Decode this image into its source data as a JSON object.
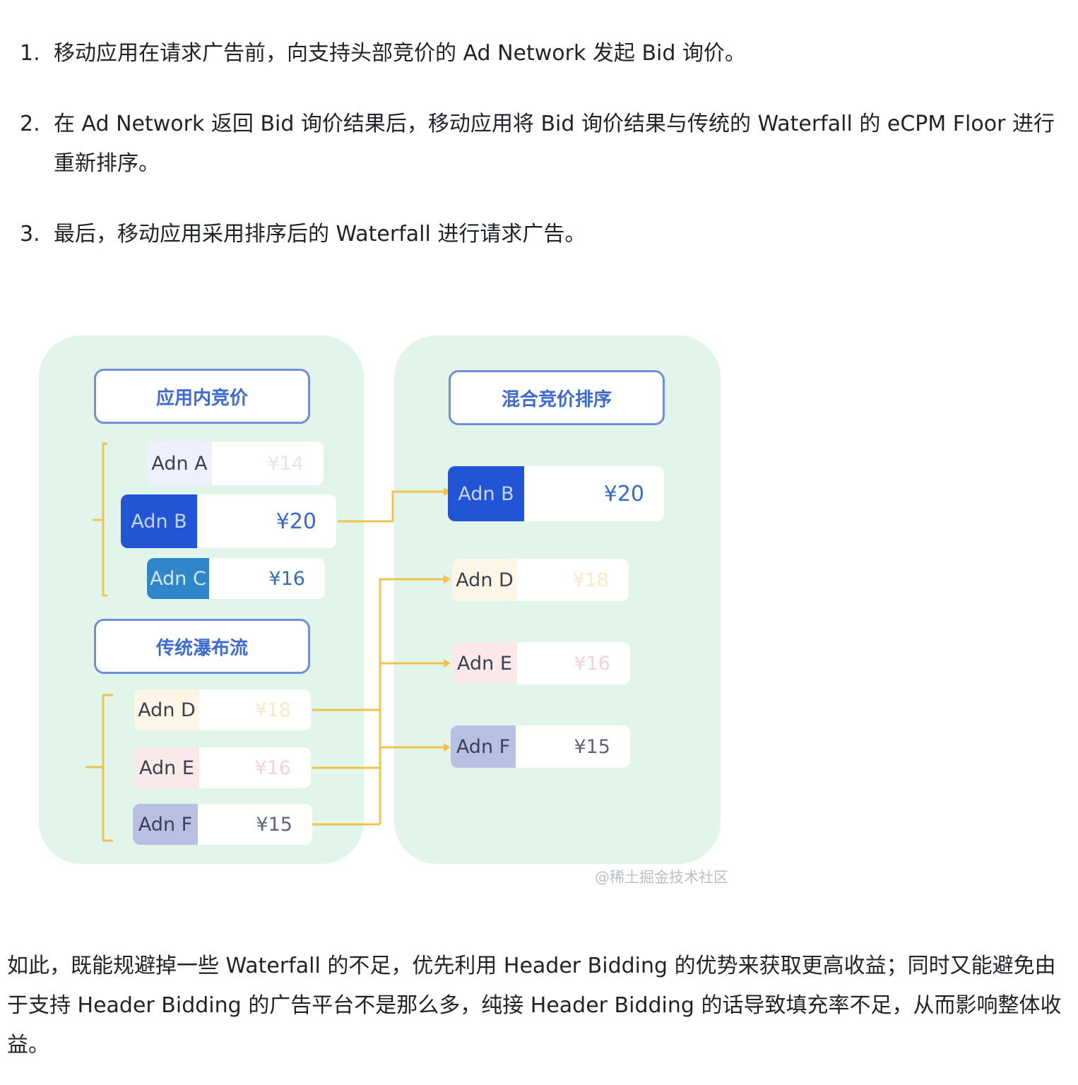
{
  "steps": [
    {
      "num": "1.",
      "text": "移动应用在请求广告前，向支持头部竞价的 Ad Network 发起 Bid 询价。"
    },
    {
      "num": "2.",
      "text": "在 Ad Network 返回 Bid 询价结果后，移动应用将 Bid 询价结果与传统的 Waterfall 的 eCPM Floor 进行重新排序。"
    },
    {
      "num": "3.",
      "text": "最后，移动应用采用排序后的 Waterfall 进行请求广告。"
    }
  ],
  "figure": {
    "left_panel": {
      "header_bidding": "应用内竞价",
      "bidding_items": [
        {
          "name": "Adn A",
          "price": "¥14",
          "name_bg": "#eef1fb",
          "name_color": "#3a4150",
          "price_color": "#dfe6f6"
        },
        {
          "name": "Adn B",
          "price": "¥20",
          "name_bg": "#2255d6",
          "name_color": "#c9d6ff",
          "price_color": "#3568d8"
        },
        {
          "name": "Adn C",
          "price": "¥16",
          "name_bg": "#2f86c8",
          "name_color": "#d3e7f7",
          "price_color": "#2f6fb8"
        }
      ],
      "header_waterfall": "传统瀑布流",
      "waterfall_items": [
        {
          "name": "Adn D",
          "price": "¥18",
          "name_bg": "#fdf5e6",
          "name_color": "#3a4150",
          "price_color": "#fbe9c8"
        },
        {
          "name": "Adn E",
          "price": "¥16",
          "name_bg": "#fbe9ea",
          "name_color": "#3a4150",
          "price_color": "#f5d2d4"
        },
        {
          "name": "Adn F",
          "price": "¥15",
          "name_bg": "#b9bfe3",
          "name_color": "#3a4150",
          "price_color": "#5c6478"
        }
      ]
    },
    "right_panel": {
      "header": "混合竞价排序",
      "items": [
        {
          "name": "Adn B",
          "price": "¥20",
          "name_bg": "#2255d6",
          "name_color": "#c9d6ff",
          "price_color": "#3568d8"
        },
        {
          "name": "Adn D",
          "price": "¥18",
          "name_bg": "#fdf5e6",
          "name_color": "#3a4150",
          "price_color": "#fbe9c8"
        },
        {
          "name": "Adn E",
          "price": "¥16",
          "name_bg": "#fbe9ea",
          "name_color": "#3a4150",
          "price_color": "#f5d2d4"
        },
        {
          "name": "Adn F",
          "price": "¥15",
          "name_bg": "#b9bfe3",
          "name_color": "#3a4150",
          "price_color": "#5c6478"
        }
      ]
    },
    "watermark": "@稀土掘金技术社区",
    "colors": {
      "panel": "#e1f5ea",
      "connector": "#f1c24c",
      "header_border": "#6f8fd6",
      "header_text": "#3d6ad0"
    }
  },
  "paragraph": "如此，既能规避掉一些 Waterfall 的不足，优先利用 Header Bidding 的优势来获取更高收益；同时又能避免由于支持 Header Bidding 的广告平台不是那么多，纯接 Header Bidding 的话导致填充率不足，从而影响整体收益。"
}
